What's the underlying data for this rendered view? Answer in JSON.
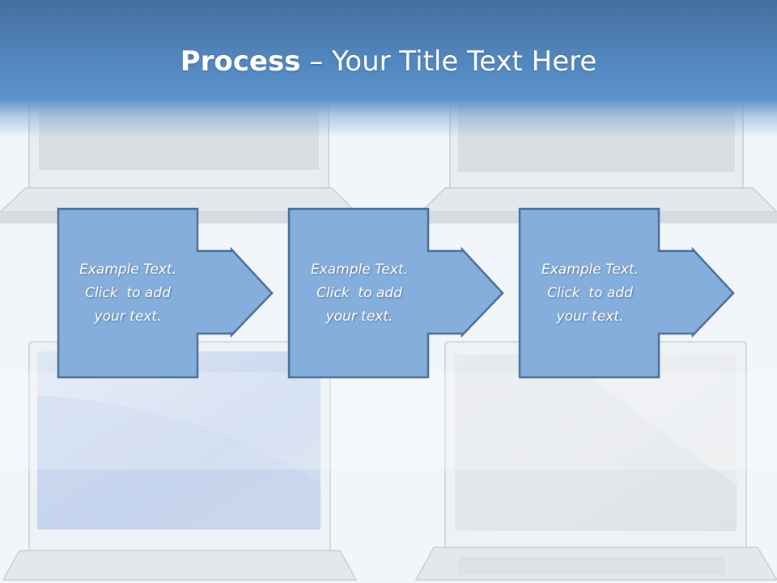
{
  "title": {
    "bold": "Process",
    "rest": " – Your Title Text Here"
  },
  "steps": [
    {
      "line1": "Example Text.",
      "line2": "Click  to add",
      "line3": "your text."
    },
    {
      "line1": "Example Text.",
      "line2": "Click  to add",
      "line3": "your text."
    },
    {
      "line1": "Example Text.",
      "line2": "Click  to add",
      "line3": "your text."
    }
  ],
  "colors": {
    "header": "#4f82b8",
    "arrow_fill": "#86aedc",
    "arrow_stroke": "#4a6f98",
    "text": "#ffffff"
  }
}
